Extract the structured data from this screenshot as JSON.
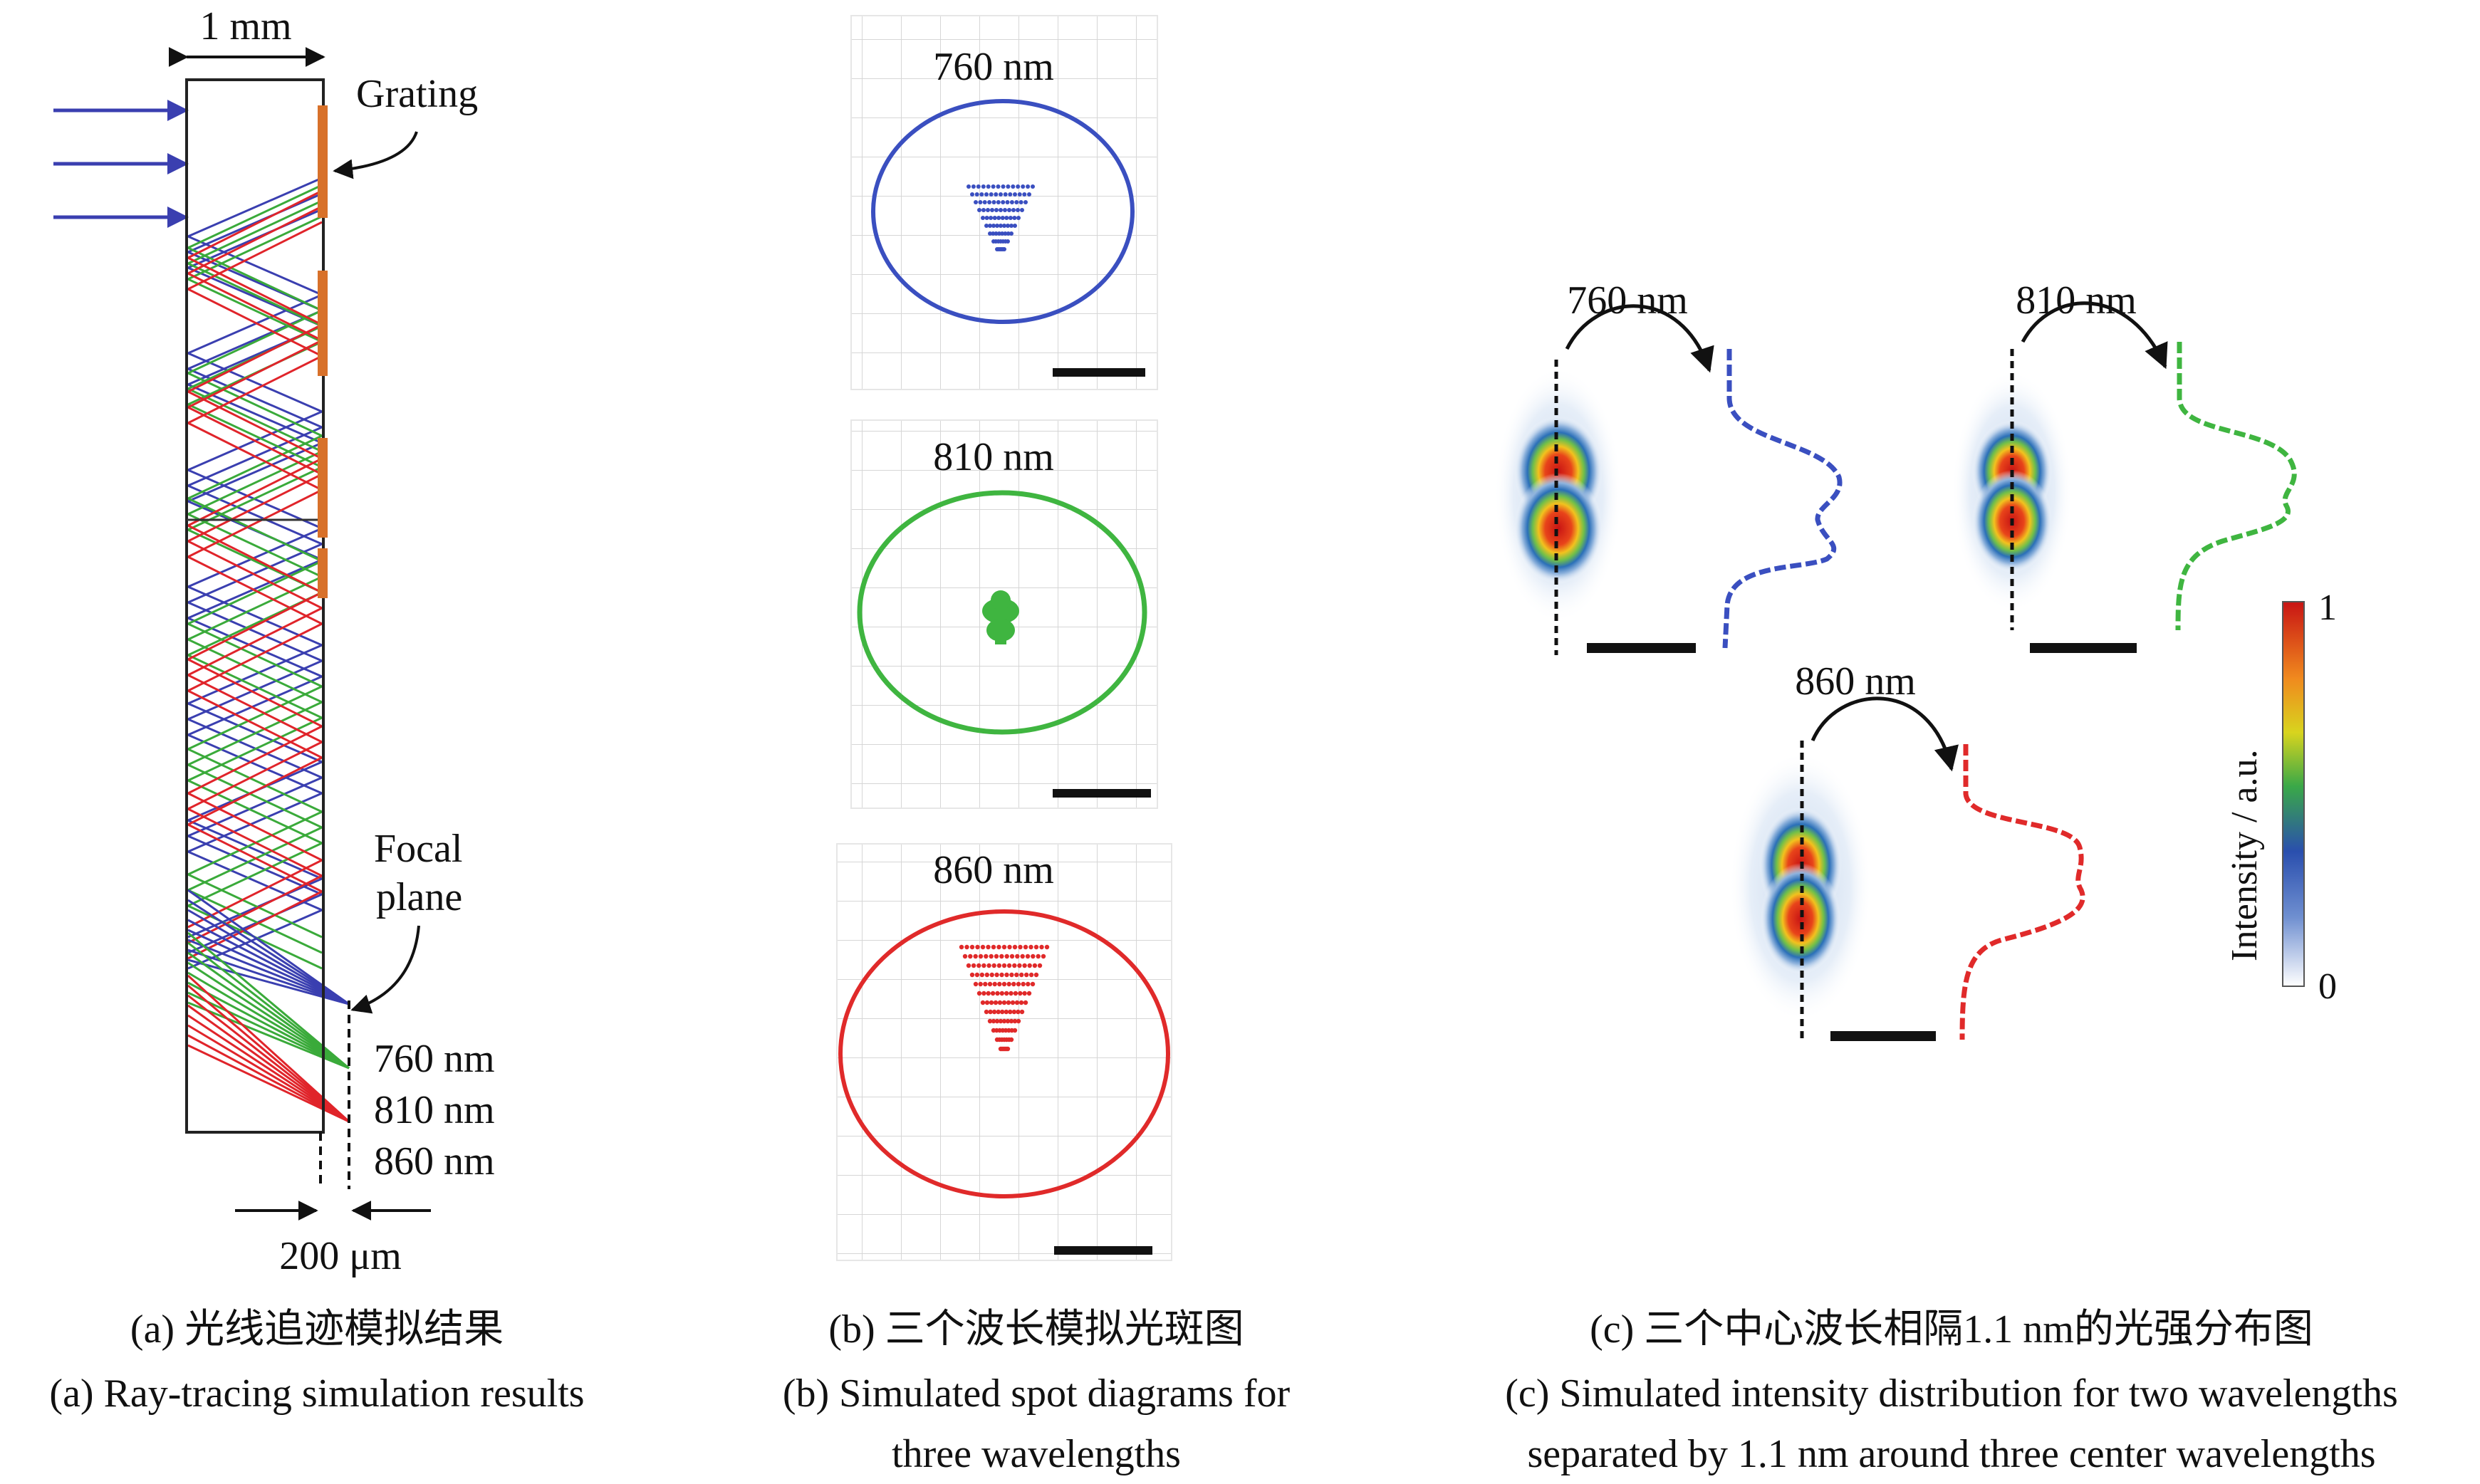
{
  "panel_a": {
    "width_label": "1 mm",
    "grating_label": "Grating",
    "focal_label_line1": "Focal",
    "focal_label_line2": "plane",
    "wavelengths": [
      "760 nm",
      "810 nm",
      "860 nm"
    ],
    "offset_label": "200 μm",
    "caption_cn": "(a) 光线追迹模拟结果",
    "caption_en": "(a) Ray-tracing simulation results",
    "ray_colors": {
      "760": "#3a3fb0",
      "810": "#3aaa3a",
      "860": "#e0242a"
    },
    "grating_color": "#d8712a"
  },
  "panel_b": {
    "spots": [
      {
        "label": "760 nm",
        "color": "#3a4fc0"
      },
      {
        "label": "810 nm",
        "color": "#3fb540"
      },
      {
        "label": "860 nm",
        "color": "#e02a2a"
      }
    ],
    "caption_cn": "(b) 三个波长模拟光斑图",
    "caption_en_line1": "(b) Simulated spot diagrams for",
    "caption_en_line2": "three wavelengths"
  },
  "panel_c": {
    "spots": [
      {
        "label": "760 nm",
        "profile_color": "#3a4fc0"
      },
      {
        "label": "810 nm",
        "profile_color": "#3fb540"
      },
      {
        "label": "860 nm",
        "profile_color": "#e02a2a"
      }
    ],
    "colorbar": {
      "title": "Intensity / a.u.",
      "max": "1",
      "min": "0"
    },
    "caption_cn": "(c) 三个中心波长相隔1.1 nm的光强分布图",
    "caption_en_line1": "(c) Simulated intensity distribution for two wavelengths",
    "caption_en_line2": "separated by 1.1 nm around three center wavelengths"
  }
}
